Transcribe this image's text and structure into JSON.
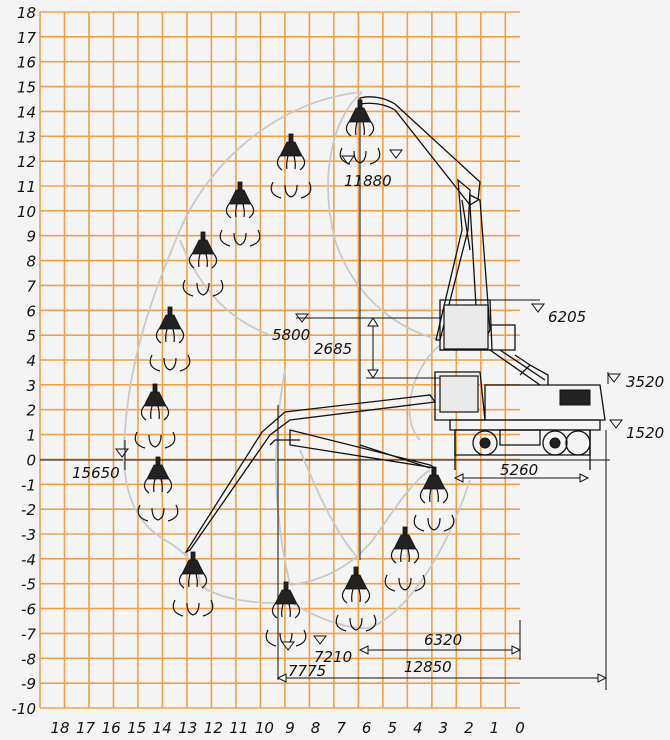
{
  "y_axis_labels": [
    "18",
    "17",
    "16",
    "15",
    "14",
    "13",
    "12",
    "11",
    "10",
    "9",
    "8",
    "7",
    "6",
    "5",
    "4",
    "3",
    "2",
    "1",
    "0",
    "-1",
    "-2",
    "-3",
    "-4",
    "-5",
    "-6",
    "-7",
    "-8",
    "-9",
    "-10"
  ],
  "x_axis_labels": [
    "18",
    "17",
    "16",
    "15",
    "14",
    "13",
    "12",
    "11",
    "10",
    "9",
    "8",
    "7",
    "6",
    "5",
    "4",
    "3",
    "2",
    "1",
    "0"
  ],
  "dimensions": {
    "max_height": "11880",
    "upper_cab_height": "6205",
    "cab_level": "5800",
    "cab_lift": "2685",
    "lower_cab_height": "3520",
    "chassis_height": "1520",
    "max_reach": "15650",
    "wheelbase": "5260",
    "depth_near": "6320",
    "depth_mid": "7210",
    "depth_far": "7775",
    "reach_at_depth": "12850"
  },
  "colors": {
    "grid": "#f0a04b",
    "background": "#f4f4f4",
    "envelope": "#c9c9c9",
    "lines": "#111111"
  },
  "icons": [
    "orange-peel-grab-icon",
    "triangle-marker-icon",
    "arrow-head-icon"
  ]
}
